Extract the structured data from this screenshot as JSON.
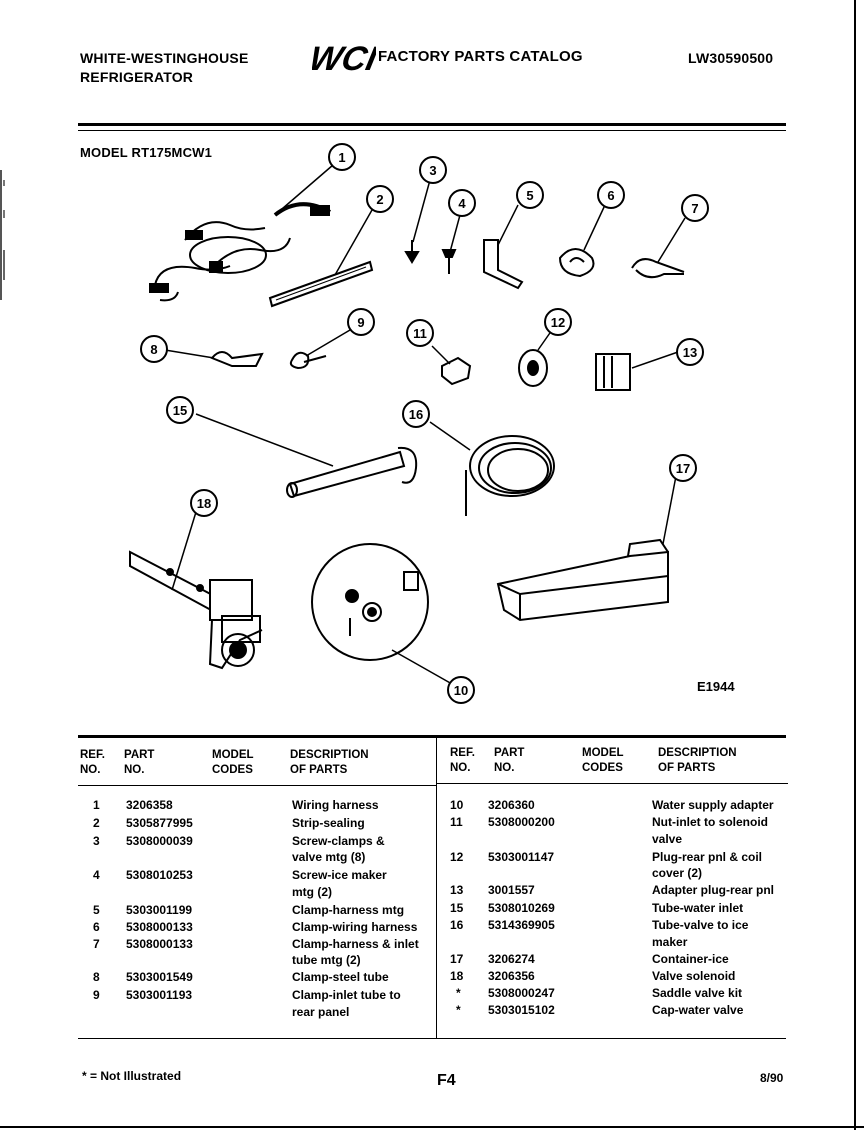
{
  "header": {
    "brand_line1": "WHITE-WESTINGHOUSE",
    "brand_line2": "REFRIGERATOR",
    "logo_text": "WCI",
    "catalog_title": "FACTORY PARTS CATALOG",
    "catalog_code": "LW30590500"
  },
  "model_label": "MODEL RT175MCW1",
  "diagram": {
    "callouts": [
      "1",
      "2",
      "3",
      "4",
      "5",
      "6",
      "7",
      "8",
      "9",
      "11",
      "12",
      "13",
      "15",
      "16",
      "17",
      "18",
      "10"
    ],
    "figure_code": "E1944"
  },
  "table": {
    "headers": {
      "ref_line1": "REF.",
      "ref_line2": "NO.",
      "part_line1": "PART",
      "part_line2": "NO.",
      "model_line1": "MODEL",
      "model_line2": "CODES",
      "desc_line1": "DESCRIPTION",
      "desc_line2": "OF PARTS"
    },
    "left_rows": [
      {
        "ref": "1",
        "part": "3206358",
        "desc": [
          "Wiring harness"
        ]
      },
      {
        "ref": "2",
        "part": "5305877995",
        "desc": [
          "Strip-sealing"
        ]
      },
      {
        "ref": "3",
        "part": "5308000039",
        "desc": [
          "Screw-clamps &",
          "valve mtg (8)"
        ]
      },
      {
        "ref": "4",
        "part": "5308010253",
        "desc": [
          "Screw-ice maker",
          "mtg (2)"
        ]
      },
      {
        "ref": "5",
        "part": "5303001199",
        "desc": [
          "Clamp-harness mtg"
        ]
      },
      {
        "ref": "6",
        "part": "5308000133",
        "desc": [
          "Clamp-wiring harness"
        ]
      },
      {
        "ref": "7",
        "part": "5308000133",
        "desc": [
          "Clamp-harness & inlet",
          "tube mtg (2)"
        ]
      },
      {
        "ref": "8",
        "part": "5303001549",
        "desc": [
          "Clamp-steel tube"
        ]
      },
      {
        "ref": "9",
        "part": "5303001193",
        "desc": [
          "Clamp-inlet tube to",
          "rear panel"
        ]
      }
    ],
    "right_rows": [
      {
        "ref": "10",
        "part": "3206360",
        "desc": [
          "Water supply adapter"
        ]
      },
      {
        "ref": "11",
        "part": "5308000200",
        "desc": [
          "Nut-inlet to solenoid",
          "valve"
        ]
      },
      {
        "ref": "12",
        "part": "5303001147",
        "desc": [
          "Plug-rear pnl & coil",
          "cover (2)"
        ]
      },
      {
        "ref": "13",
        "part": "3001557",
        "desc": [
          "Adapter plug-rear pnl"
        ]
      },
      {
        "ref": "15",
        "part": "5308010269",
        "desc": [
          "Tube-water inlet"
        ]
      },
      {
        "ref": "16",
        "part": "5314369905",
        "desc": [
          "Tube-valve to ice",
          "maker"
        ]
      },
      {
        "ref": "17",
        "part": "3206274",
        "desc": [
          "Container-ice"
        ]
      },
      {
        "ref": "18",
        "part": "3206356",
        "desc": [
          "Valve solenoid"
        ]
      },
      {
        "ref": "*",
        "part": "5308000247",
        "desc": [
          "Saddle valve kit"
        ]
      },
      {
        "ref": "*",
        "part": "5303015102",
        "desc": [
          "Cap-water valve"
        ]
      }
    ]
  },
  "footer": {
    "note": "* = Not Illustrated",
    "page": "F4",
    "date": "8/90"
  }
}
